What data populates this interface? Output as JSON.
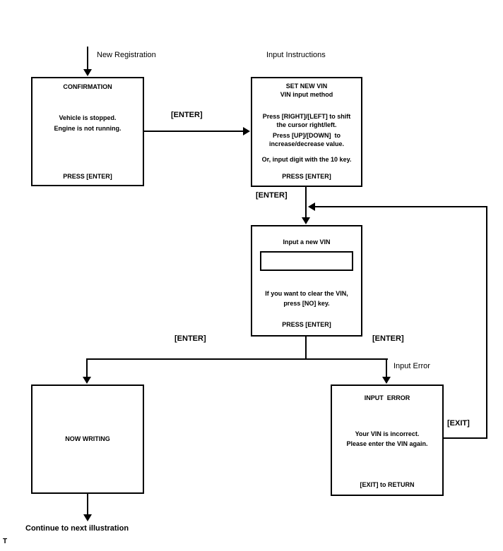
{
  "colors": {
    "ink": "#000000",
    "background": "#ffffff"
  },
  "labels": {
    "new_registration": "New Registration",
    "input_instructions": "Input Instructions",
    "enter_confirm_to_set": "[ENTER]",
    "enter_set_to_input": "[ENTER]",
    "enter_left_branch": "[ENTER]",
    "enter_right_branch": "[ENTER]",
    "input_error": "Input Error",
    "exit": "[EXIT]",
    "continue": "Continue to next illustration",
    "footnote": "T"
  },
  "boxes": {
    "confirmation": {
      "title": "CONFIRMATION",
      "body": [
        "Vehicle is stopped.",
        "Engine is not running."
      ],
      "footer": "PRESS [ENTER]"
    },
    "set_new_vin": {
      "title": "SET NEW VIN",
      "subtitle": "VIN input method",
      "line1": "Press [RIGHT]/[LEFT] to shift",
      "line2": "the cursor right/left.",
      "line3": "Press [UP]/[DOWN]  to",
      "line4": "increase/decrease value.",
      "line5": "Or, input digit with the 10 key.",
      "footer": "PRESS [ENTER]"
    },
    "input_new_vin": {
      "title": "Input a new VIN",
      "field_value": "",
      "note1": "If you want to clear the VIN,",
      "note2": "press [NO] key.",
      "footer": "PRESS [ENTER]"
    },
    "now_writing": {
      "title": "NOW WRITING"
    },
    "input_error": {
      "title": "INPUT  ERROR",
      "body1": "Your VIN is incorrect.",
      "body2": "Please enter the VIN again.",
      "footer": "[EXIT] to RETURN"
    }
  }
}
